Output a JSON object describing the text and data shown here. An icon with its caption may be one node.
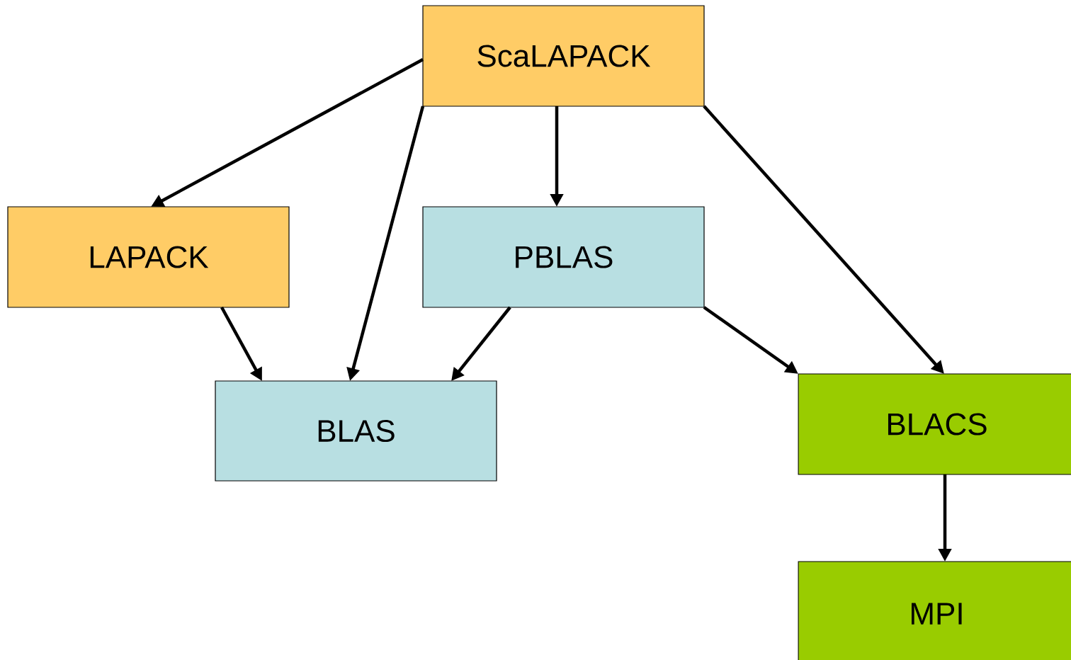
{
  "diagram": {
    "nodes": [
      {
        "text": [
          "ScaLAPACK"
        ]
      },
      {
        "text": [
          "LAPACK"
        ]
      },
      {
        "text": [
          "PBLAS"
        ]
      },
      {
        "text": [
          "BLAS"
        ]
      },
      {
        "text": [
          "BLACS"
        ]
      },
      {
        "text": [
          "MPI"
        ]
      }
    ],
    "edges": [
      {
        "from": 0,
        "to": 1,
        "arrow": "to"
      },
      {
        "from": 0,
        "to": 3,
        "arrow": "to"
      },
      {
        "from": 0,
        "to": 2,
        "arrow": "to"
      },
      {
        "from": 0,
        "to": 4,
        "arrow": "to"
      },
      {
        "from": 1,
        "to": 3,
        "arrow": "to"
      },
      {
        "from": 2,
        "to": 3,
        "arrow": "to"
      },
      {
        "from": 2,
        "to": 4,
        "arrow": "to"
      },
      {
        "from": 4,
        "to": 5,
        "arrow": "to"
      }
    ]
  }
}
